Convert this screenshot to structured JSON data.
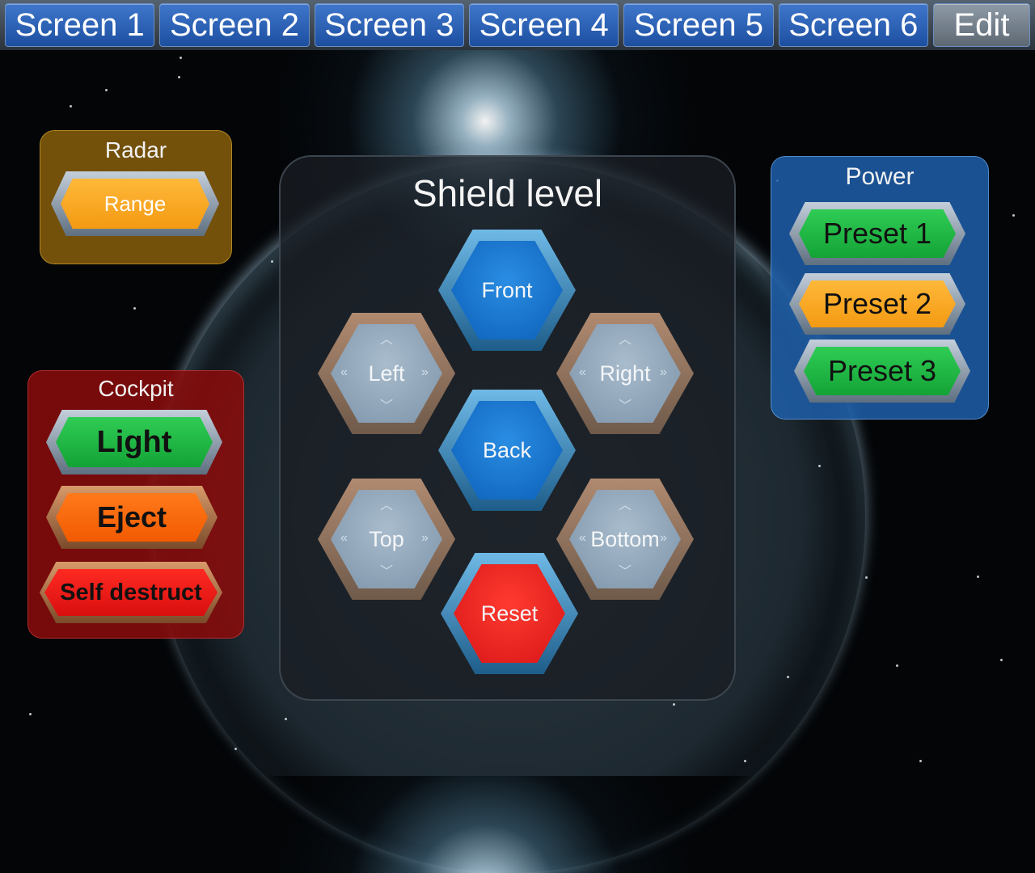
{
  "tabs": [
    "Screen 1",
    "Screen 2",
    "Screen 3",
    "Screen 4",
    "Screen 5",
    "Screen 6"
  ],
  "edit_label": "Edit",
  "radar": {
    "title": "Radar",
    "range_label": "Range"
  },
  "cockpit": {
    "title": "Cockpit",
    "light_label": "Light",
    "eject_label": "Eject",
    "self_destruct_label": "Self destruct"
  },
  "power": {
    "title": "Power",
    "preset1": "Preset 1",
    "preset2": "Preset 2",
    "preset3": "Preset 3"
  },
  "shield": {
    "title": "Shield level",
    "front": "Front",
    "back": "Back",
    "left": "Left",
    "right": "Right",
    "top": "Top",
    "bottom": "Bottom",
    "reset": "Reset"
  },
  "colors": {
    "tab_blue": "#2a62b8",
    "edit_grey": "#7b8793",
    "radar_panel": "#87600a",
    "cockpit_panel": "#8c0c0c",
    "power_panel": "#1e5faa",
    "orange": "#f39a12",
    "green": "#14a336",
    "red": "#d80f0f",
    "shield_blue": "#0c5fb7"
  }
}
